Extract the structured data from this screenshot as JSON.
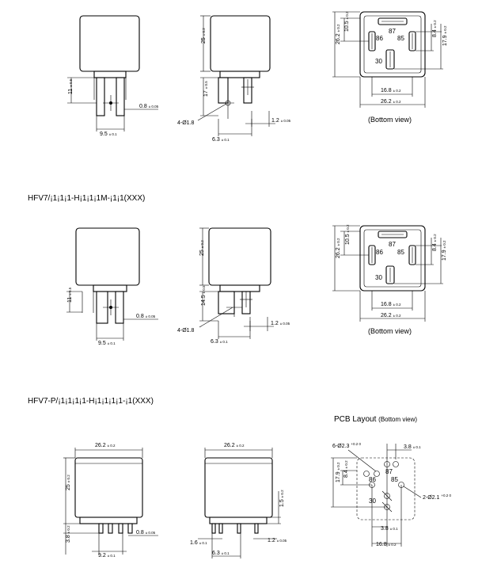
{
  "sections": [
    {
      "title": ""
    },
    {
      "title": "HFV7/¡1¡1¡1-H¡1¡1¡1M-¡1¡1(XXX)"
    },
    {
      "title": "HFV7-P/¡1¡1¡1¡1-H¡1¡1¡1¡1-¡1(XXX)"
    }
  ],
  "captions": {
    "bottom_view": "(Bottom view)",
    "pcb_layout": "PCB Layout",
    "pcb_layout_sub": "(Bottom view)"
  },
  "pins": {
    "p87": "87",
    "p86": "86",
    "p85": "85",
    "p30": "30"
  },
  "dims": {
    "d11": "11",
    "d11_tol": "± 0.5",
    "d08": "0.8",
    "d08_tol": "± 0.05",
    "d95": "9.5",
    "d95_tol": "± 0.1",
    "d25": "25",
    "d25_tol": "± 0.2",
    "d17": "17",
    "d17_tol": "± 0.5",
    "d145": "14.5",
    "d145_tol": "± 0.5",
    "hole": "4-Ø1.8",
    "d12": "1.2",
    "d12_tol": "± 0.05",
    "d63": "6.3",
    "d63_tol": "± 0.1",
    "d262": "26.2",
    "d262_tol": "± 0.2",
    "d105": "10.5",
    "d105_tol": "± 0.2",
    "d84": "8.4",
    "d84_tol": "± 0.2",
    "d179": "17.9",
    "d179_tol": "± 0.2",
    "d168": "16.8",
    "d168_tol": "± 0.2",
    "d38": "3.8",
    "d38_tol": "± 0.2",
    "d92": "9.2",
    "d92_tol": "± 0.1",
    "d15": "1.5",
    "d15_tol": "± 0.2",
    "d16": "1.6",
    "d16_tol": "± 0.1",
    "d63b": "6.3",
    "d63b_tol": "± 0.1",
    "d38b": "3.8",
    "d38b_tol": "± 0.1",
    "pcb_hole6": "6-Ø2.3",
    "pcb_hole6_tol": "+0.2 0",
    "pcb_hole2": "2-Ø2.1",
    "pcb_hole2_tol": "+0.2 0",
    "d38c": "3.8",
    "d38c_tol": "± 0.1"
  }
}
